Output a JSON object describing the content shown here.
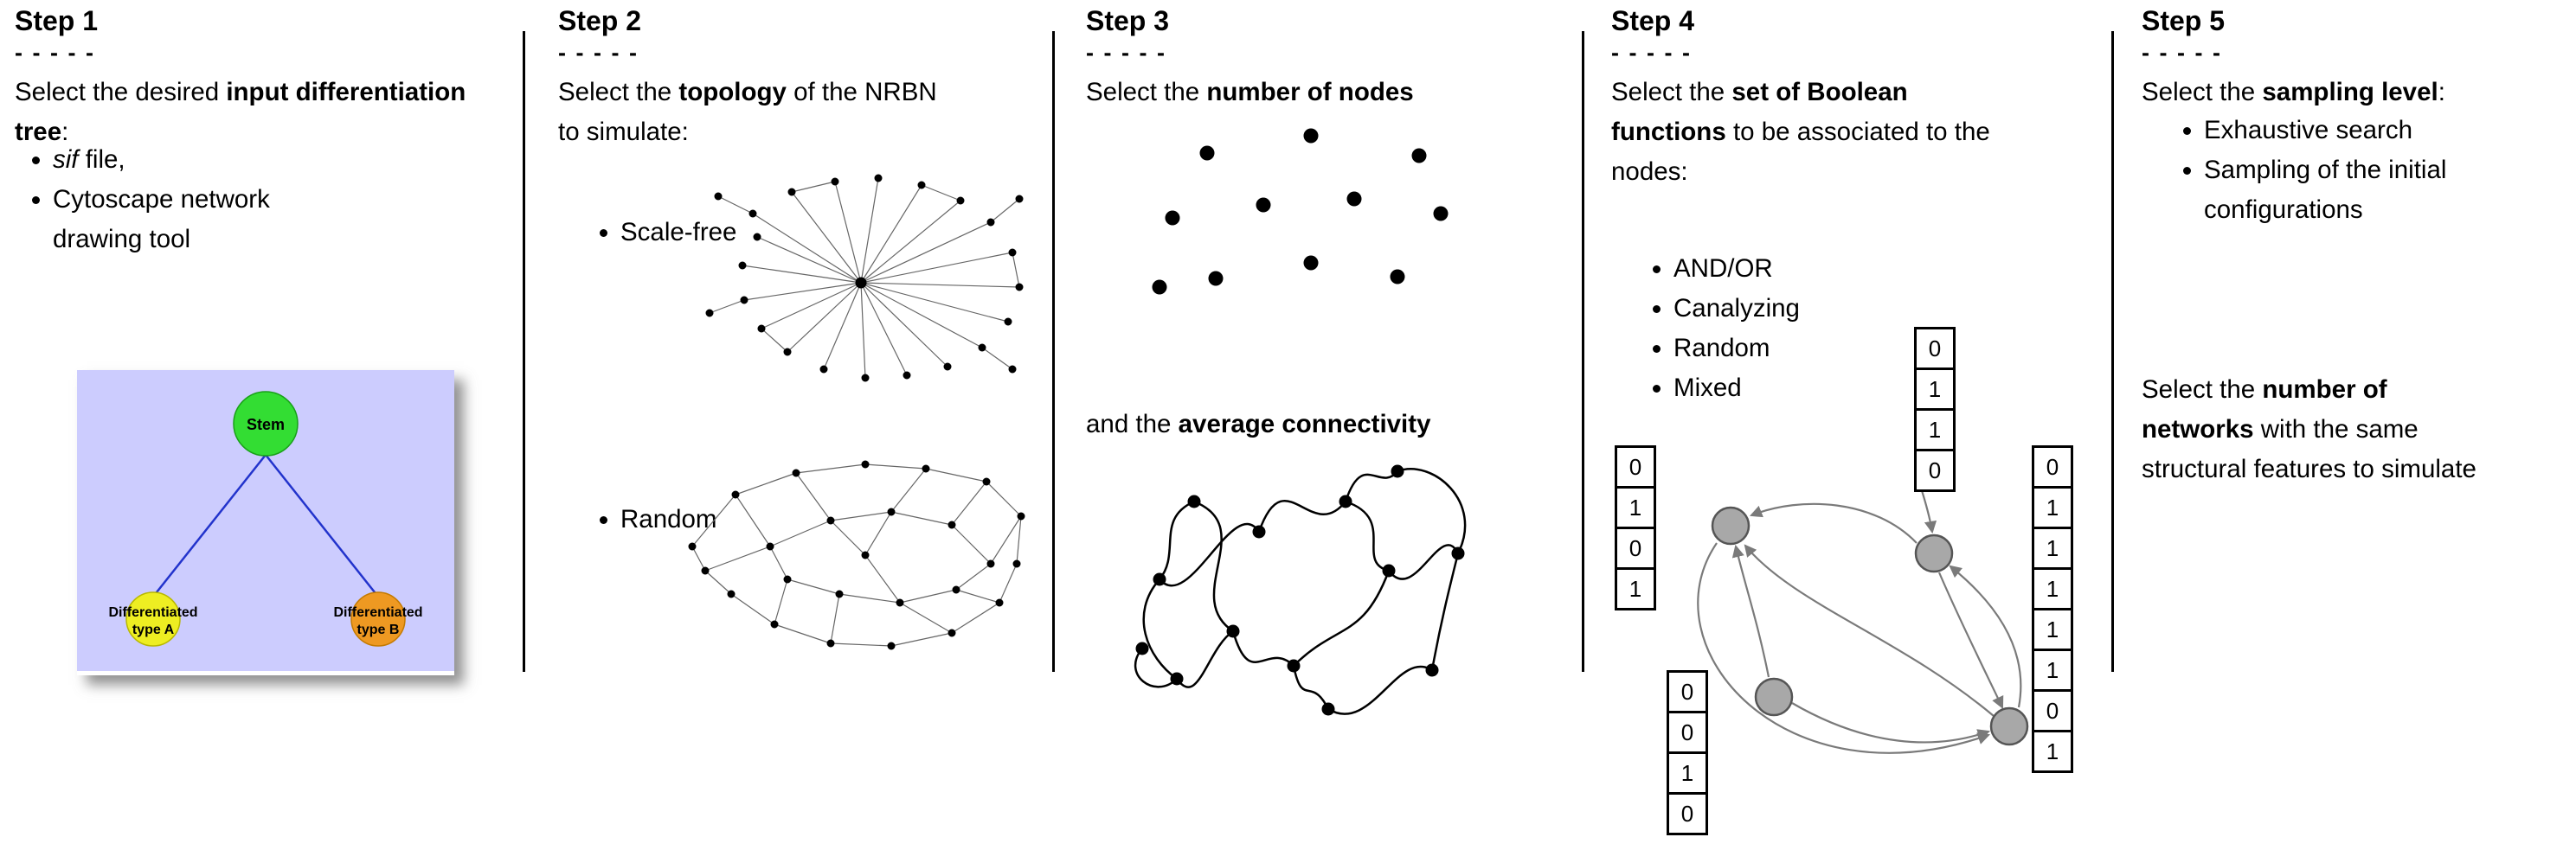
{
  "steps": [
    {
      "title": "Step 1",
      "dashes": "- - - - -",
      "intro": {
        "lead": "Select the desired ",
        "bold": "input differentiation tree",
        "tail": ":"
      },
      "bullets": [
        {
          "italic": "sif",
          "rest": " file,"
        },
        {
          "text": "Cytoscape network drawing tool"
        }
      ],
      "tree": {
        "background": "#ccccfe",
        "edge_color": "#2233cc",
        "stem": {
          "label": "Stem",
          "color": "#33dd33"
        },
        "type_a": {
          "line1": "Differentiated",
          "line2": "type A",
          "color": "#eeee22"
        },
        "type_b": {
          "line1": "Differentiated",
          "line2": "type B",
          "color": "#ee9922"
        }
      }
    },
    {
      "title": "Step 2",
      "dashes": "- - - - -",
      "intro": {
        "lead": "Select the ",
        "bold": "topology",
        "tail": " of the NRBN to simulate:"
      },
      "bullets": [
        {
          "text": "Scale-free"
        },
        {
          "text": "Random"
        }
      ]
    },
    {
      "title": "Step 3",
      "dashes": "- - - - -",
      "intro1": {
        "lead": "Select the ",
        "bold": "number of nodes"
      },
      "intro2": {
        "lead": "and the ",
        "bold": "average connectivity"
      }
    },
    {
      "title": "Step 4",
      "dashes": "- - - - -",
      "intro": {
        "lead": "Select the ",
        "bold": "set of Boolean functions",
        "tail": " to be associated to the nodes:"
      },
      "bullets": [
        {
          "text": "AND/OR"
        },
        {
          "text": "Canalyzing"
        },
        {
          "text": "Random"
        },
        {
          "text": "Mixed"
        }
      ],
      "node_color": "#a8a8a8",
      "tables": {
        "top": [
          "0",
          "1",
          "1",
          "0"
        ],
        "left": [
          "0",
          "1",
          "0",
          "1"
        ],
        "bottom_left": [
          "0",
          "0",
          "1",
          "0"
        ],
        "right": [
          "0",
          "1",
          "1",
          "1",
          "1",
          "1",
          "0",
          "1"
        ]
      }
    },
    {
      "title": "Step 5",
      "dashes": "- - - - -",
      "intro": {
        "lead": "Select the ",
        "bold": "sampling level",
        "tail": ":"
      },
      "bullets": [
        {
          "text": "Exhaustive search"
        },
        {
          "text": "Sampling of the initial configurations"
        }
      ],
      "second": {
        "l1_lead": "Select the ",
        "l1_bold": "number of",
        "l2_bold": "networks",
        "l2_rest": " with the same",
        "l3": "structural features to simulate"
      }
    }
  ]
}
